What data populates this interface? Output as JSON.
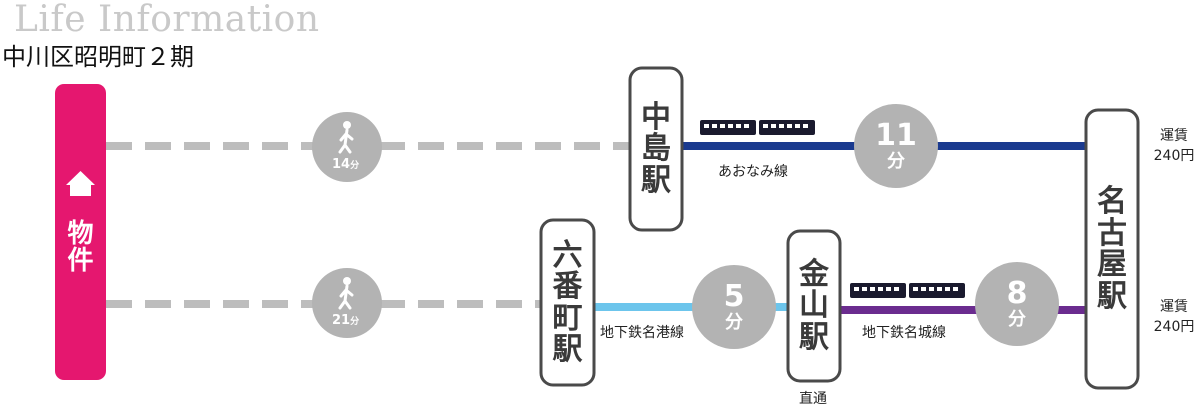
{
  "heading": "Life Information",
  "subheading": "中川区昭明町２期",
  "property": {
    "label": [
      "物",
      "件"
    ],
    "icon": "house-icon"
  },
  "walks": [
    {
      "minutes": "14",
      "unit": "分",
      "icon": "walking-person-icon"
    },
    {
      "minutes": "21",
      "unit": "分",
      "icon": "walking-person-icon"
    }
  ],
  "stations": {
    "nakajima": [
      "中",
      "島",
      "駅"
    ],
    "rokubancho": [
      "六",
      "番",
      "町",
      "駅"
    ],
    "kanayama": [
      "金",
      "山",
      "駅"
    ],
    "nagoya": [
      "名",
      "古",
      "屋",
      "駅"
    ]
  },
  "routes": [
    {
      "line_name": "あおなみ線",
      "minutes": "11",
      "unit": "分",
      "color": "#1a3a8f"
    },
    {
      "line_name": "地下鉄名港線",
      "minutes": "5",
      "unit": "分",
      "color": "#6cc5ec"
    },
    {
      "line_name": "地下鉄名城線",
      "minutes": "8",
      "unit": "分",
      "color": "#6b2c8f"
    }
  ],
  "through_service": "直通",
  "fares": [
    {
      "label": "運賃",
      "amount": "240円"
    },
    {
      "label": "運賃",
      "amount": "240円"
    }
  ],
  "colors": {
    "property": "#e5176f",
    "walk_circle": "#b3b3b3",
    "dash": "#bdbdbd",
    "station_border": "#4a4a4a",
    "train": "#1a1a2e"
  }
}
